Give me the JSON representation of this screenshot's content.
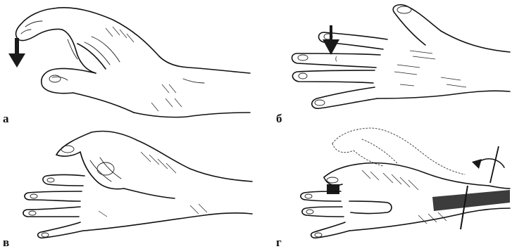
{
  "figure": {
    "panels": [
      {
        "id": "a",
        "label": "а"
      },
      {
        "id": "b",
        "label": "б"
      },
      {
        "id": "v",
        "label": "в"
      },
      {
        "id": "g",
        "label": "г"
      }
    ]
  },
  "colors": {
    "ink": "#111111",
    "background": "#ffffff"
  },
  "icons": {
    "arrow_down": "down-arrow-icon",
    "rotate": "rotation-arrow-icon"
  }
}
